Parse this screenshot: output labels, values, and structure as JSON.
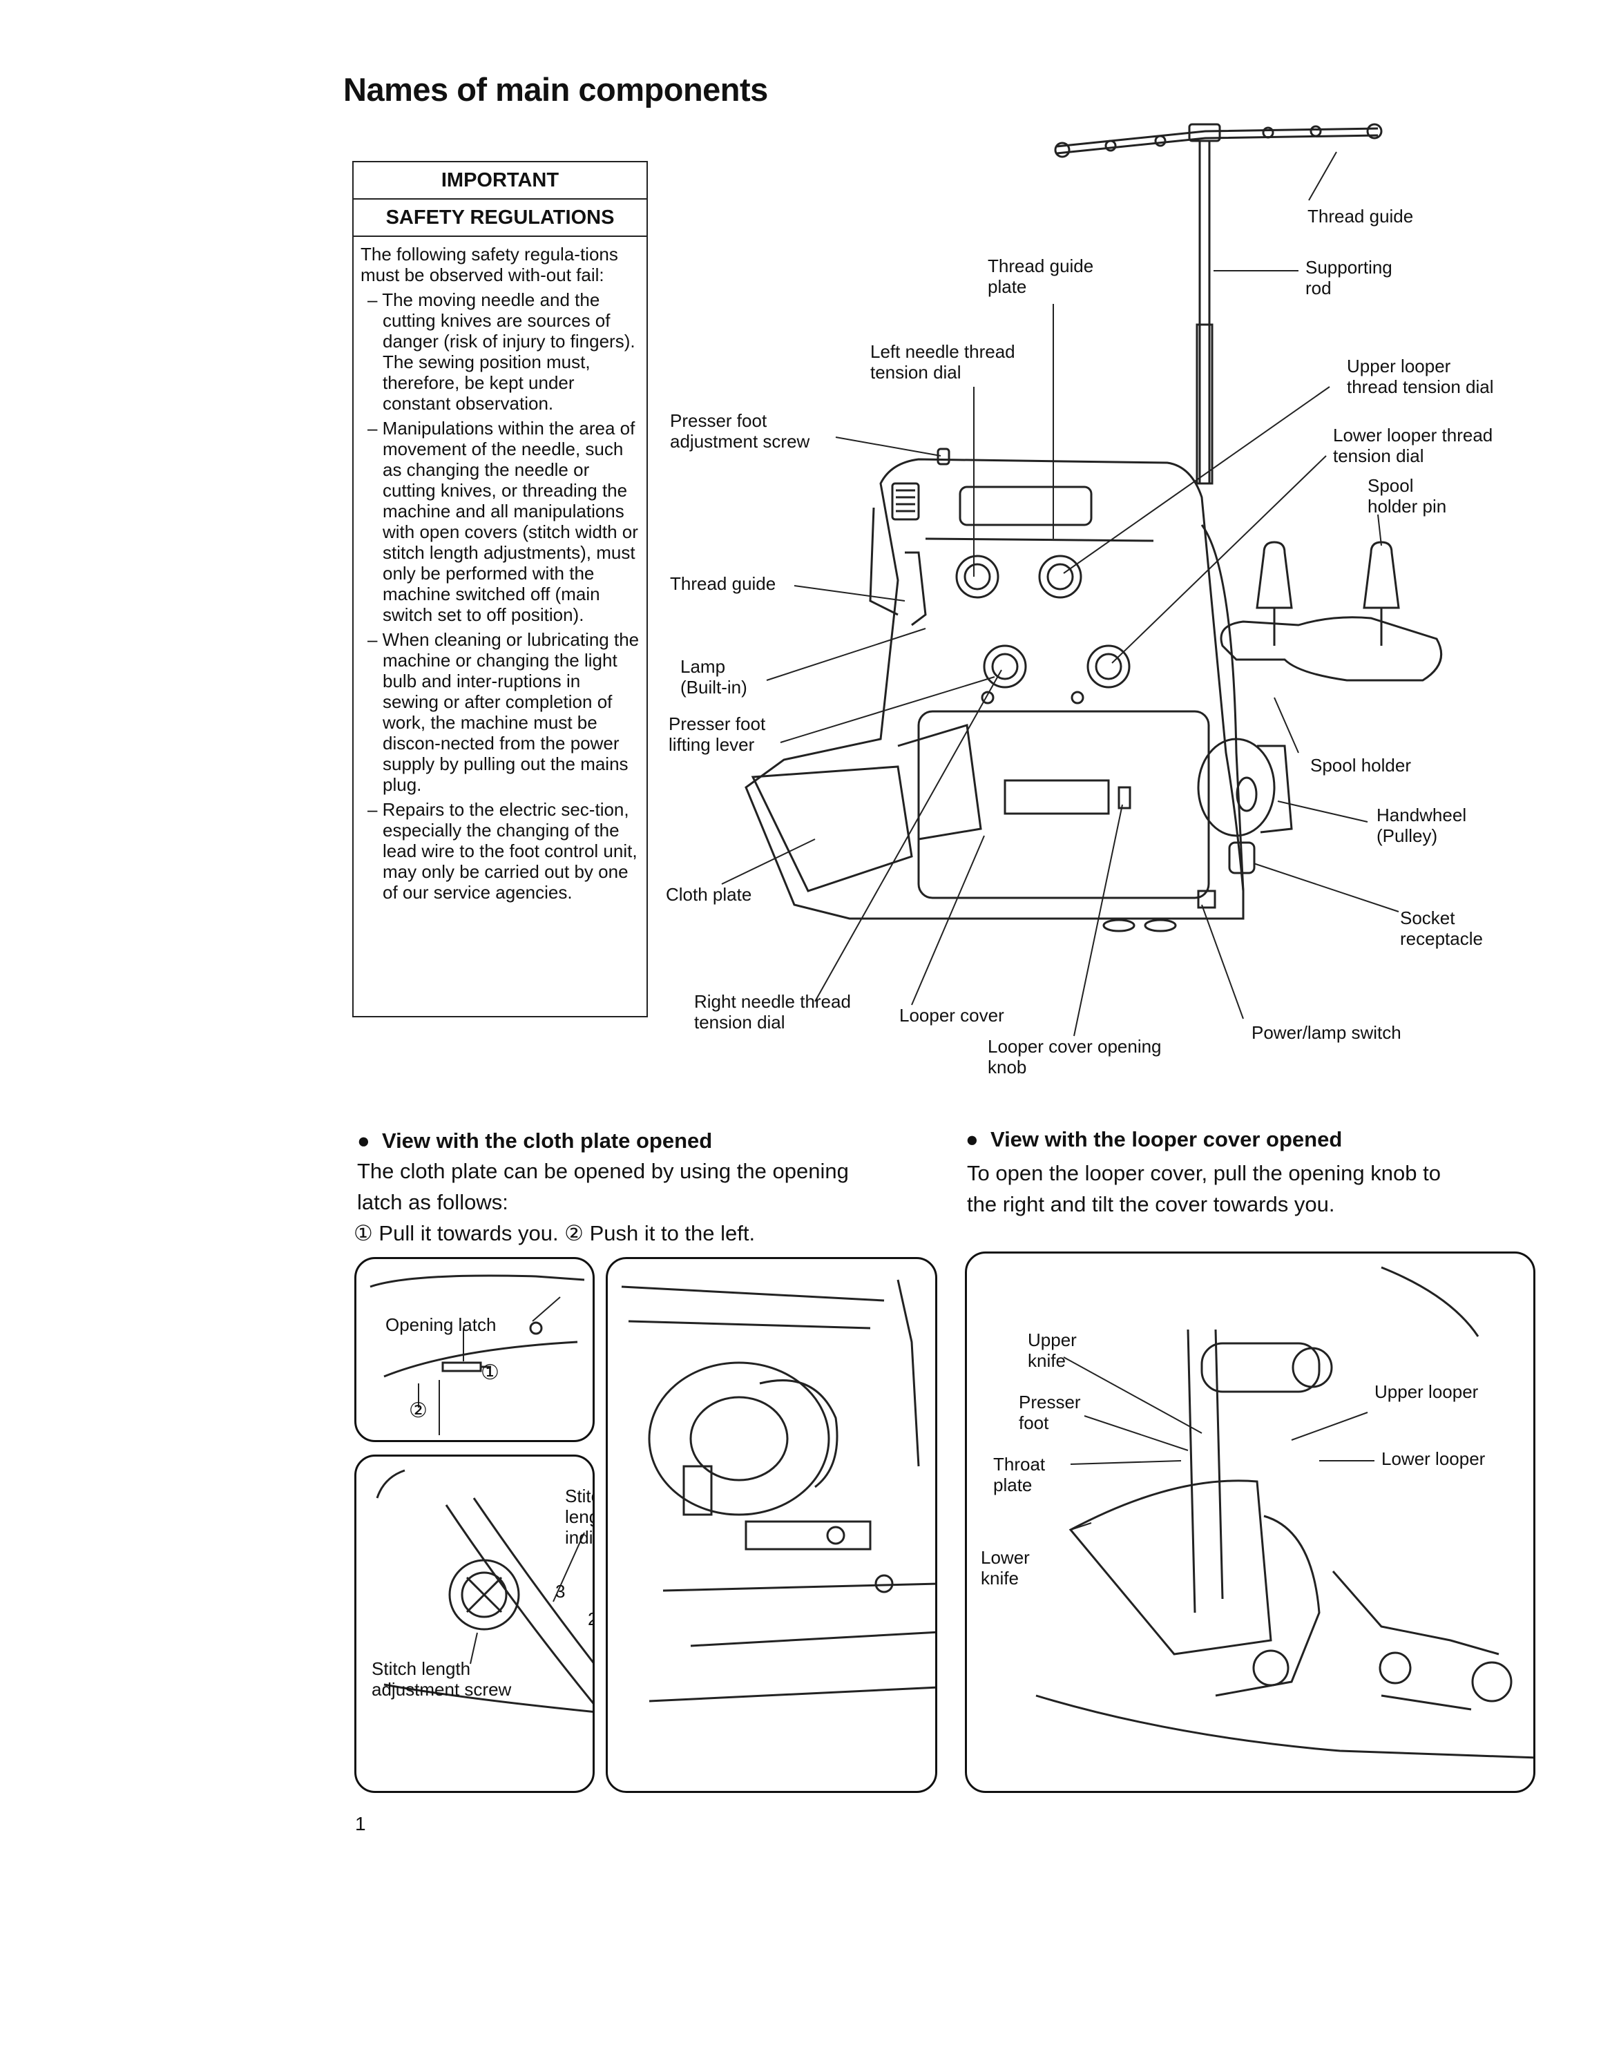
{
  "title": "Names of main components",
  "safety": {
    "header1": "IMPORTANT",
    "header2": "SAFETY REGULATIONS",
    "intro": "The following safety regula-tions must be observed with-out fail:",
    "items": [
      "– The moving needle and the cutting knives are sources of danger (risk of injury to fingers). The sewing position must, therefore, be kept under constant observation.",
      "– Manipulations within the area of movement of the needle, such as changing the needle or cutting knives, or threading the machine and all manipulations with open covers (stitch width or stitch length adjustments), must only be performed with the machine switched off (main switch set to off position).",
      "– When cleaning or lubricating the machine or changing the light bulb and inter-ruptions in sewing or after completion of work, the machine must be discon-nected from the power supply by pulling out the mains plug.",
      "– Repairs to the electric sec-tion, especially the changing of the lead wire to the foot control unit, may only be carried out by one of our service agencies."
    ]
  },
  "labels": {
    "thread_guide_top": "Thread guide",
    "supporting_rod": "Supporting\nrod",
    "thread_guide_plate": "Thread guide\nplate",
    "left_needle": "Left needle thread\ntension dial",
    "upper_looper_dial": "Upper looper\nthread tension dial",
    "presser_foot_screw": "Presser foot\nadjustment screw",
    "lower_looper_dial": "Lower looper thread\ntension dial",
    "spool_holder_pin": "Spool\nholder pin",
    "thread_guide_left": "Thread guide",
    "lamp": "Lamp\n(Built-in)",
    "presser_foot_lever": "Presser foot\nlifting lever",
    "spool_holder": "Spool holder",
    "handwheel": "Handwheel\n(Pulley)",
    "cloth_plate": "Cloth plate",
    "socket": "Socket\nreceptacle",
    "right_needle": "Right needle thread\ntension dial",
    "looper_cover": "Looper cover",
    "power_switch": "Power/lamp switch",
    "looper_knob": "Looper cover opening\nknob"
  },
  "section_left": {
    "heading": "View with the cloth plate opened",
    "line1": "The cloth plate can be opened by using the opening",
    "line2": "latch as follows:",
    "line3": "① Pull it towards you. ② Push it to the left.",
    "opening_latch": "Opening latch",
    "mark1": "①",
    "mark2": "②",
    "stitch_indicator": "Stitch\nlength\nindicator",
    "stitch_screw": "Stitch length\nadjustment screw",
    "scale_3": "3",
    "scale_2": "2"
  },
  "section_right": {
    "heading": "View with the looper cover opened",
    "line1": "To open the looper cover, pull the opening knob to",
    "line2": "the right and tilt the cover towards you.",
    "upper_knife": "Upper\nknife",
    "presser_foot": "Presser\nfoot",
    "throat_plate": "Throat\nplate",
    "lower_knife": "Lower\nknife",
    "upper_looper": "Upper looper",
    "lower_looper": "Lower looper"
  },
  "page_number": "1"
}
